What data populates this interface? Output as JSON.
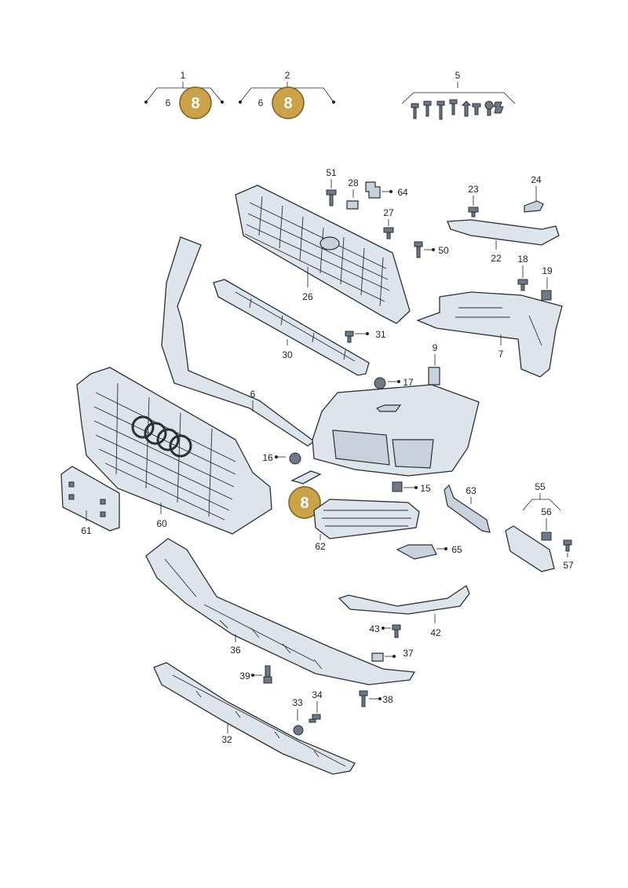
{
  "labels": {
    "l1": "1",
    "l2": "2",
    "l5": "5",
    "l6a": "6",
    "l6b": "6",
    "l6c": "6",
    "l51": "51",
    "l28": "28",
    "l64": "64",
    "l27": "27",
    "l50": "50",
    "l26": "26",
    "l23": "23",
    "l24": "24",
    "l22": "22",
    "l18": "18",
    "l19": "19",
    "l7": "7",
    "l31": "31",
    "l30": "30",
    "l9": "9",
    "l17": "17",
    "l16": "16",
    "l15": "15",
    "l63": "63",
    "l55": "55",
    "l56": "56",
    "l57": "57",
    "l61": "61",
    "l60": "60",
    "l62": "62",
    "l65": "65",
    "l43": "43",
    "l42": "42",
    "l36": "36",
    "l37": "37",
    "l39": "39",
    "l38": "38",
    "l33": "33",
    "l34": "34",
    "l32": "32"
  },
  "badges": {
    "b1": "8",
    "b2": "8",
    "b3": "8"
  },
  "colors": {
    "badge": "#c9a24a",
    "part": "#dde4ec",
    "outline": "#2b2f36"
  }
}
